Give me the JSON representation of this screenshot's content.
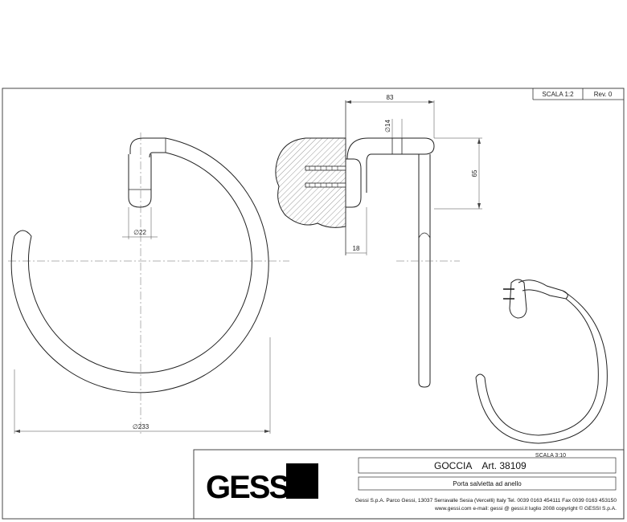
{
  "header": {
    "scale": "SCALA 1:2",
    "revision": "Rev. 0"
  },
  "dimensions": {
    "ring_diameter": "∅233",
    "tube_diameter": "∅22",
    "depth": "83",
    "bar_diameter": "∅14",
    "height": "65",
    "base": "18"
  },
  "perspective_scale": "SCALA 3:10",
  "title_block": {
    "brand": "GESSI",
    "product": "GOCCIA",
    "article": "Art. 38109",
    "description": "Porta salvietta ad anello",
    "address_line": "Gessi S.p.A. Parco Gessi, 13037 Serravalle Sesia (Vercelli) Italy Tel. 0039  0163 454111 Fax 0039 0163 453150",
    "web_line": "www.gessi.com e-mail: gessi @ gessi.it luglio 2008 copyright © GESSI S.p.A."
  }
}
